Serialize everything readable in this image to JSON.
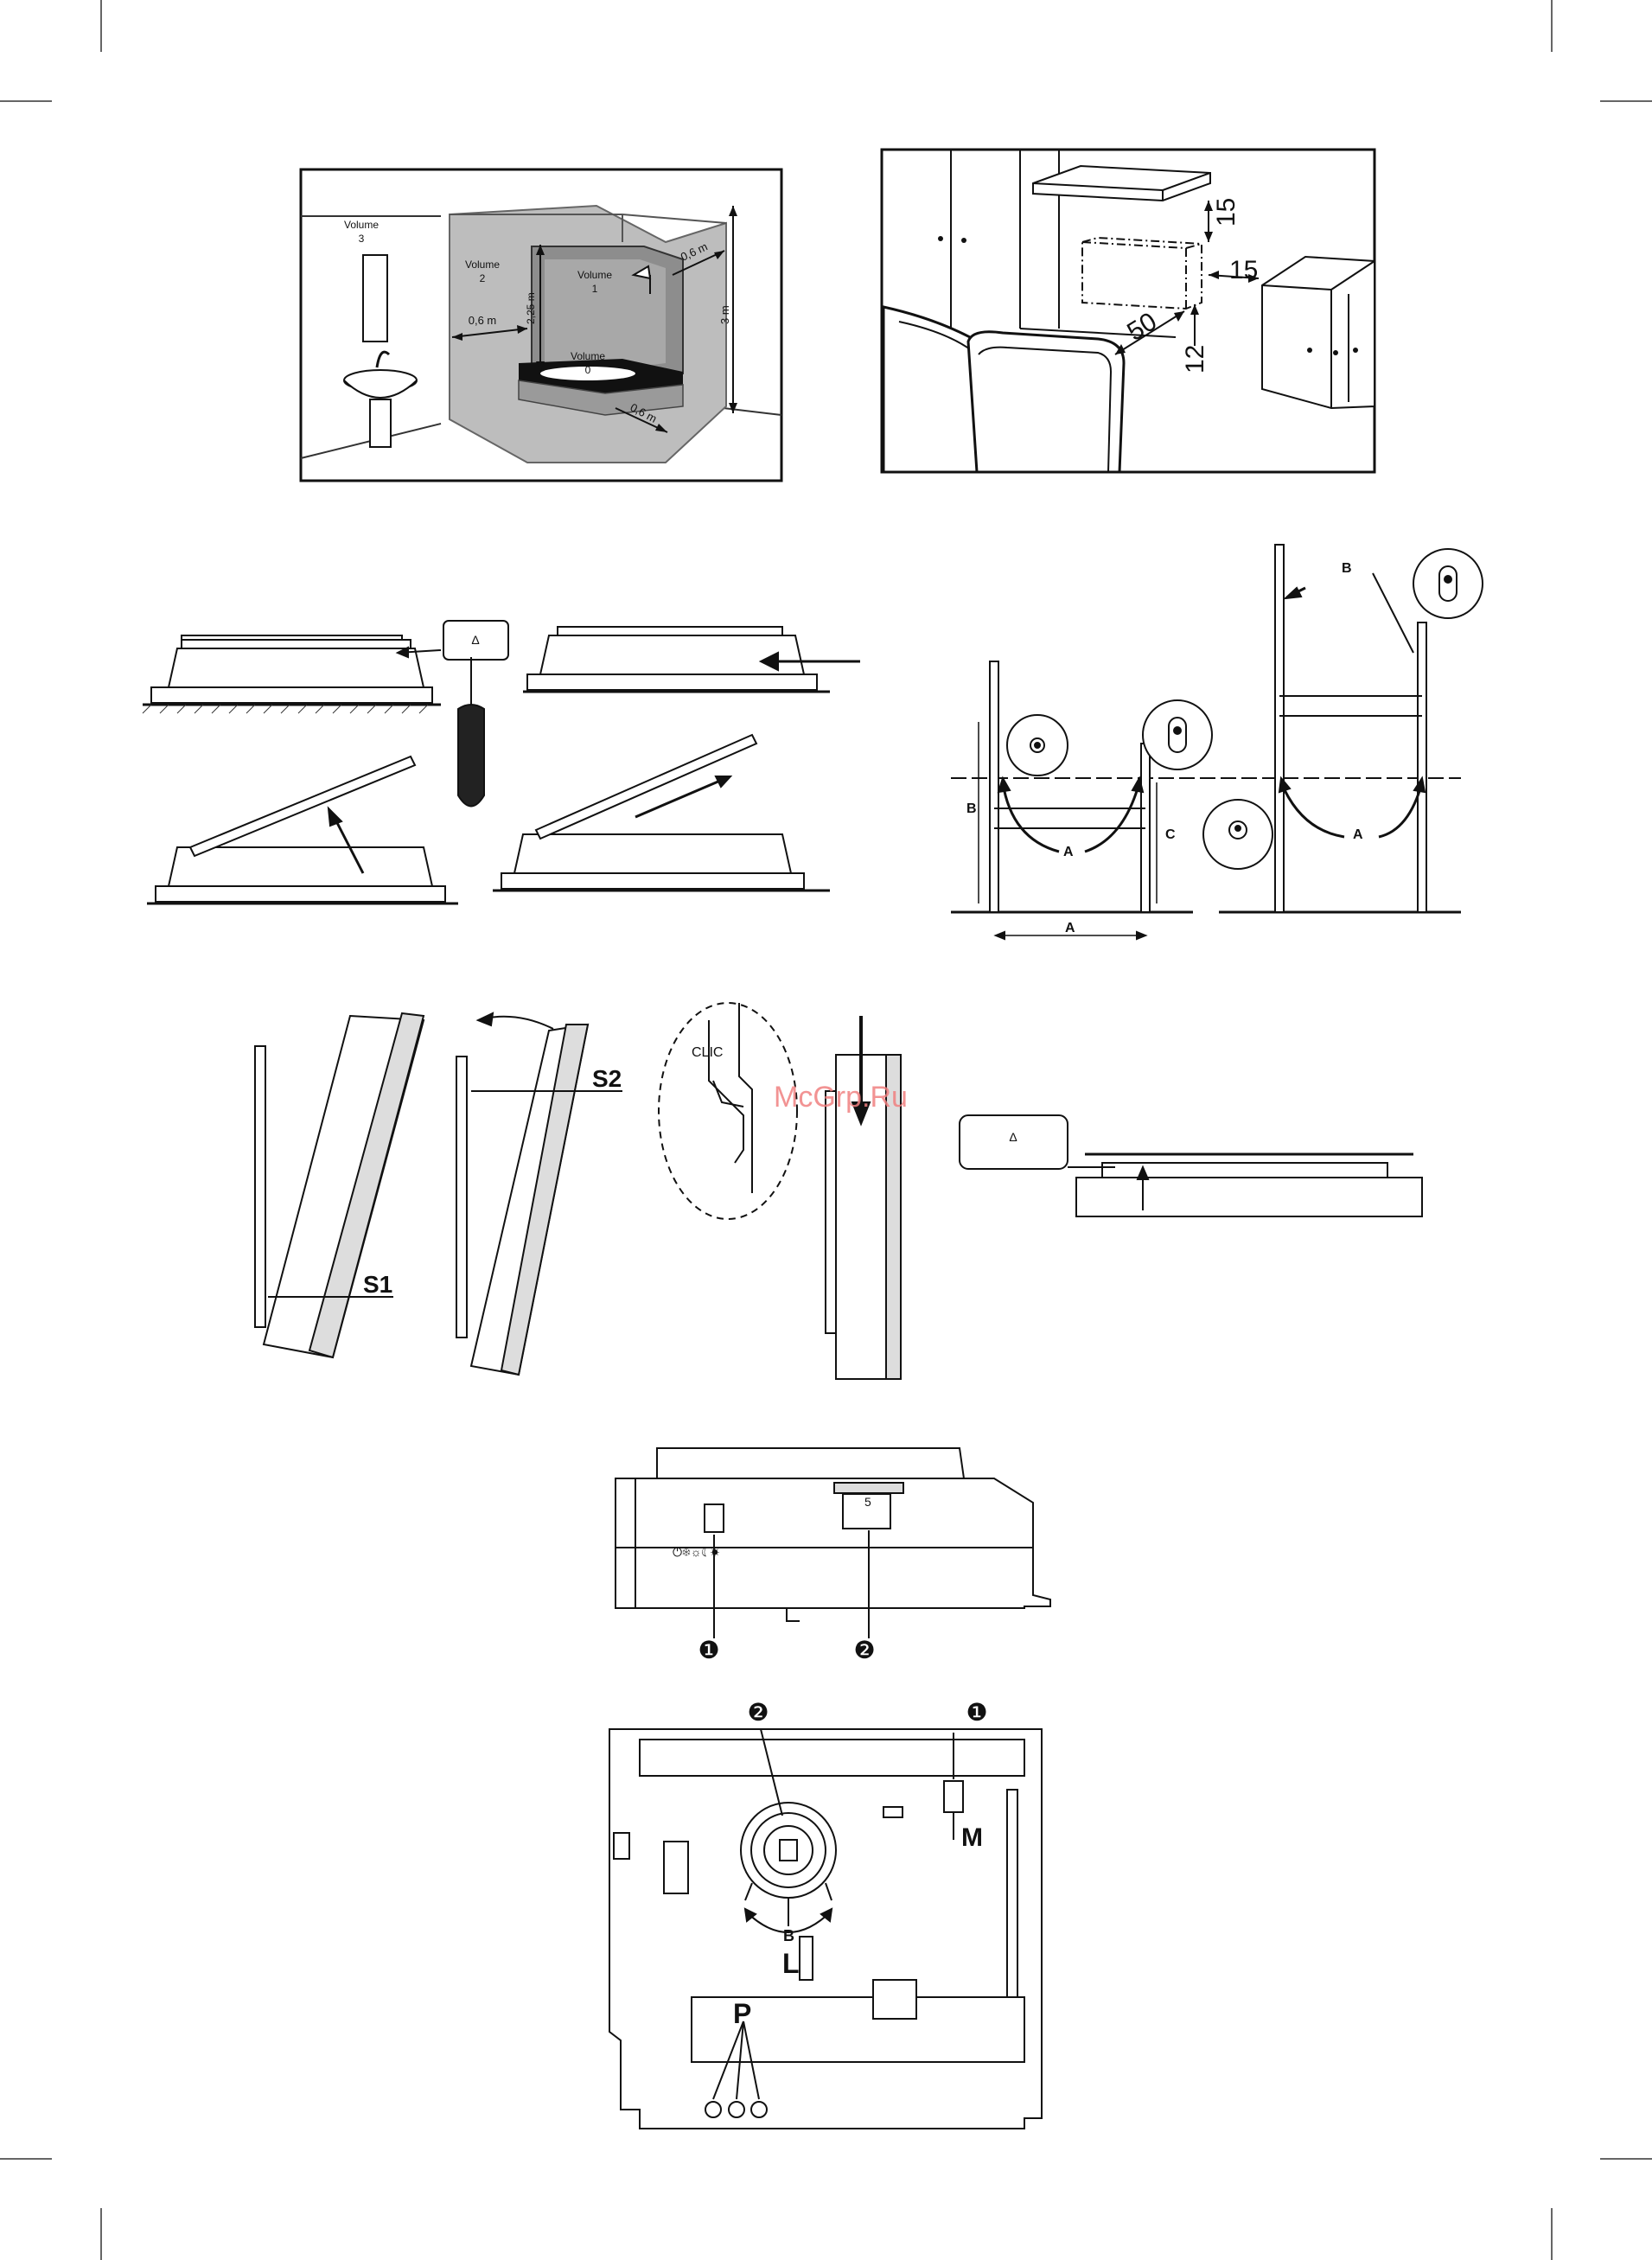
{
  "bathroom": {
    "volume3": [
      "Volume",
      "3"
    ],
    "volume2": [
      "Volume",
      "2"
    ],
    "volume1": [
      "Volume",
      "1"
    ],
    "volume0": [
      "Volume",
      "0"
    ],
    "dim_06_left": "0,6 m",
    "dim_225": "2,25 m",
    "dim_06_top": "0,6 m",
    "dim_3m": "3 m",
    "dim_06_bottom": "0,6 m"
  },
  "clearance": {
    "top": "15",
    "side": "15",
    "front": "50",
    "bottom": "12"
  },
  "mounting": {
    "label_b_left": "B",
    "label_a_dim": "A",
    "label_a_arrow": "A",
    "label_c": "C",
    "label_b_right": "B",
    "label_a_right": "A"
  },
  "hanging": {
    "s1": "S1",
    "s2": "S2",
    "clic": "CLIC"
  },
  "watermark": "McGrp.Ru",
  "controls": {
    "marker1": "❶",
    "marker2": "❷",
    "dial_number": "5",
    "mode_symbols": "⏻❄☼☾☀"
  },
  "internal": {
    "marker1": "❶",
    "marker2": "❷",
    "label_m": "M",
    "label_b": "B",
    "label_l": "L",
    "label_p": "P"
  }
}
